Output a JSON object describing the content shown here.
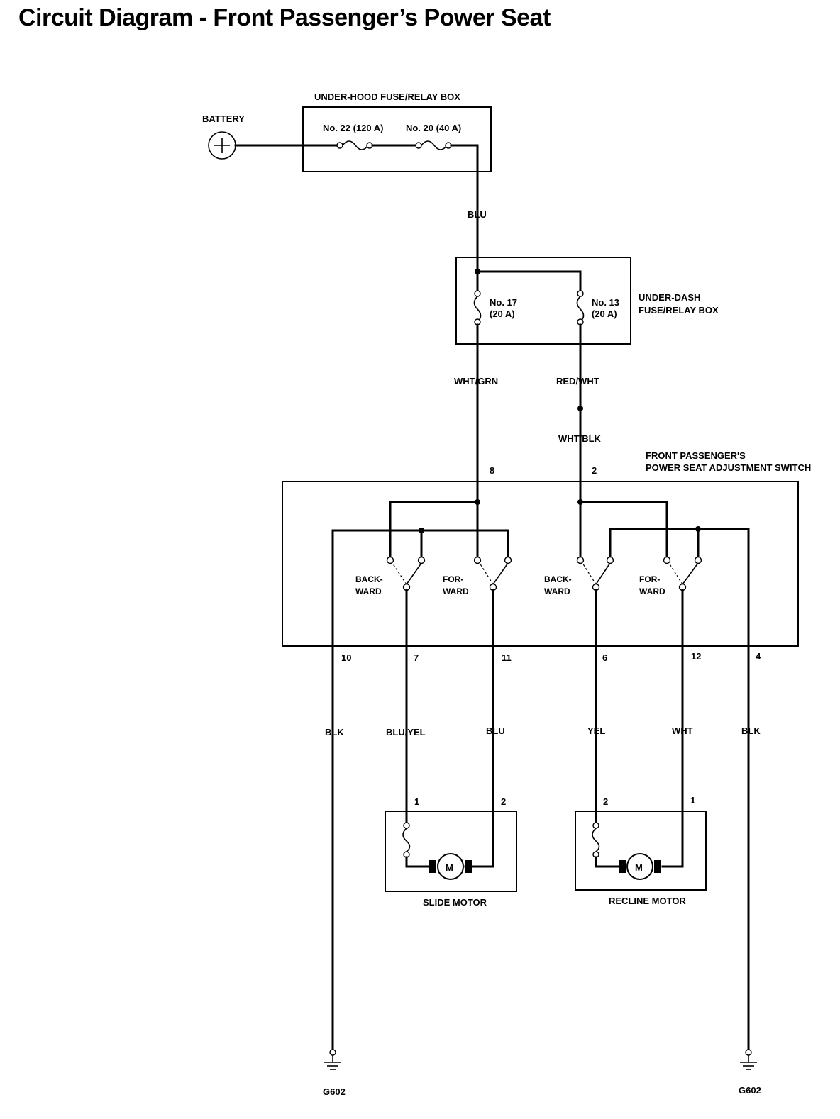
{
  "title": "Circuit Diagram - Front Passenger’s Power Seat",
  "battery": {
    "label": "BATTERY"
  },
  "under_hood_box": {
    "label": "UNDER-HOOD FUSE/RELAY BOX",
    "fuse_a": "No. 22 (120 A)",
    "fuse_b": "No. 20 (40 A)"
  },
  "under_dash_box": {
    "label_line1": "UNDER-DASH",
    "label_line2": "FUSE/RELAY BOX",
    "fuse_17_line1": "No. 17",
    "fuse_17_line2": "(20 A)",
    "fuse_13_line1": "No. 13",
    "fuse_13_line2": "(20 A)"
  },
  "wires": {
    "blu_top": "BLU",
    "wht_grn": "WHT/GRN",
    "red_wht": "RED/WHT",
    "wht_blk": "WHT/BLK",
    "blk_left": "BLK",
    "blu_yel": "BLU/YEL",
    "blu": "BLU",
    "yel": "YEL",
    "wht": "WHT",
    "blk_right": "BLK"
  },
  "switch": {
    "label_line1": "FRONT PASSENGER'S",
    "label_line2": "POWER SEAT ADJUSTMENT SWITCH",
    "pin_8": "8",
    "pin_2": "2",
    "pins_bottom": [
      "10",
      "7",
      "11",
      "6",
      "12",
      "4"
    ],
    "backward_1": [
      "BACK-",
      "WARD"
    ],
    "forward_1": [
      "FOR-",
      "WARD"
    ],
    "backward_2": [
      "BACK-",
      "WARD"
    ],
    "forward_2": [
      "FOR-",
      "WARD"
    ]
  },
  "slide_motor": {
    "label": "SLIDE MOTOR",
    "pin_left": "1",
    "pin_right": "2",
    "symbol": "M"
  },
  "recline_motor": {
    "label": "RECLINE MOTOR",
    "pin_left": "2",
    "pin_right": "1",
    "symbol": "M"
  },
  "grounds": {
    "left": "G602",
    "right": "G602"
  }
}
